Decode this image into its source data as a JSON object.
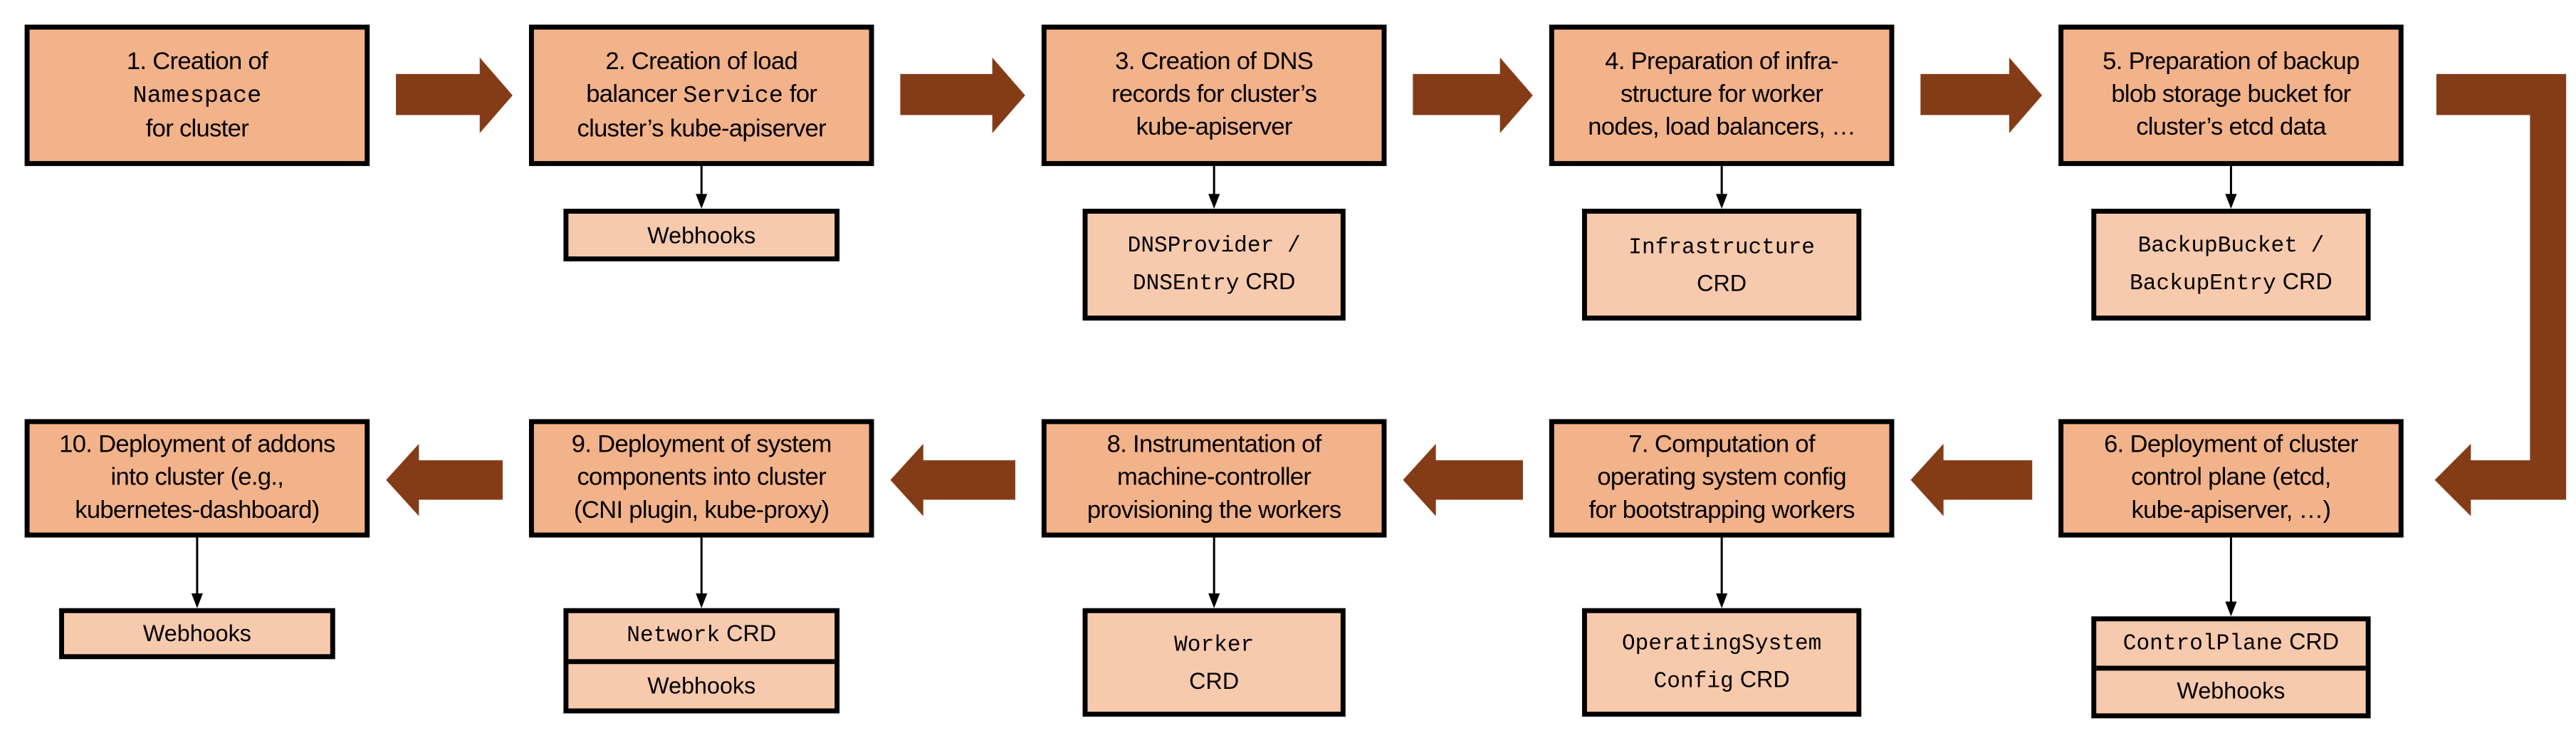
{
  "colors": {
    "step_fill": "#F2B28A",
    "sub_fill": "#F7CAAD",
    "arrow": "#843C17",
    "border": "#000000"
  },
  "steps": [
    {
      "lines": [
        [
          {
            "t": "1. Creation of"
          }
        ],
        [
          {
            "t": "Namespace",
            "mono": true
          }
        ],
        [
          {
            "t": "for cluster"
          }
        ]
      ],
      "subs": []
    },
    {
      "lines": [
        [
          {
            "t": "2. Creation of load"
          }
        ],
        [
          {
            "t": "balancer "
          },
          {
            "t": "Service",
            "mono": true
          },
          {
            "t": " for"
          }
        ],
        [
          {
            "t": "cluster’s kube-apiserver"
          }
        ]
      ],
      "subs": [
        [
          [
            {
              "t": "Webhooks"
            }
          ]
        ]
      ]
    },
    {
      "lines": [
        [
          {
            "t": "3. Creation of DNS"
          }
        ],
        [
          {
            "t": "records for cluster’s"
          }
        ],
        [
          {
            "t": "kube-apiserver"
          }
        ]
      ],
      "subs": [
        [
          [
            {
              "t": "DNSProvider /",
              "mono": true
            }
          ],
          [
            {
              "t": "DNSEntry",
              "mono": true
            },
            {
              "t": " CRD"
            }
          ]
        ]
      ]
    },
    {
      "lines": [
        [
          {
            "t": "4. Preparation of infra-"
          }
        ],
        [
          {
            "t": "structure for worker"
          }
        ],
        [
          {
            "t": "nodes, load balancers, …"
          }
        ]
      ],
      "subs": [
        [
          [
            {
              "t": "Infrastructure",
              "mono": true
            }
          ],
          [
            {
              "t": "CRD"
            }
          ]
        ]
      ]
    },
    {
      "lines": [
        [
          {
            "t": "5. Preparation of backup"
          }
        ],
        [
          {
            "t": "blob storage bucket for"
          }
        ],
        [
          {
            "t": "cluster’s etcd data"
          }
        ]
      ],
      "subs": [
        [
          [
            {
              "t": "BackupBucket /",
              "mono": true
            }
          ],
          [
            {
              "t": "BackupEntry",
              "mono": true
            },
            {
              "t": " CRD"
            }
          ]
        ]
      ]
    },
    {
      "lines": [
        [
          {
            "t": "6. Deployment of cluster"
          }
        ],
        [
          {
            "t": "control plane (etcd,"
          }
        ],
        [
          {
            "t": "kube-apiserver, …)"
          }
        ]
      ],
      "subs": [
        [
          [
            {
              "t": "ControlPlane",
              "mono": true
            },
            {
              "t": " CRD"
            }
          ]
        ],
        [
          [
            {
              "t": "Webhooks"
            }
          ]
        ]
      ]
    },
    {
      "lines": [
        [
          {
            "t": "7. Computation of"
          }
        ],
        [
          {
            "t": "operating system config"
          }
        ],
        [
          {
            "t": "for bootstrapping workers"
          }
        ]
      ],
      "subs": [
        [
          [
            {
              "t": "OperatingSystem",
              "mono": true
            }
          ],
          [
            {
              "t": "Config",
              "mono": true
            },
            {
              "t": " CRD"
            }
          ]
        ]
      ]
    },
    {
      "lines": [
        [
          {
            "t": "8. Instrumentation of"
          }
        ],
        [
          {
            "t": "machine-controller"
          }
        ],
        [
          {
            "t": "provisioning the workers"
          }
        ]
      ],
      "subs": [
        [
          [
            {
              "t": "Worker",
              "mono": true
            }
          ],
          [
            {
              "t": "CRD"
            }
          ]
        ]
      ]
    },
    {
      "lines": [
        [
          {
            "t": "9. Deployment of system"
          }
        ],
        [
          {
            "t": "components into cluster"
          }
        ],
        [
          {
            "t": "(CNI plugin, kube-proxy)"
          }
        ]
      ],
      "subs": [
        [
          [
            {
              "t": "Network",
              "mono": true
            },
            {
              "t": " CRD"
            }
          ]
        ],
        [
          [
            {
              "t": "Webhooks"
            }
          ]
        ]
      ]
    },
    {
      "lines": [
        [
          {
            "t": "10. Deployment of addons"
          }
        ],
        [
          {
            "t": "into cluster (e.g.,"
          }
        ],
        [
          {
            "t": "kubernetes-dashboard)"
          }
        ]
      ],
      "subs": [
        [
          [
            {
              "t": "Webhooks"
            }
          ]
        ]
      ]
    }
  ]
}
